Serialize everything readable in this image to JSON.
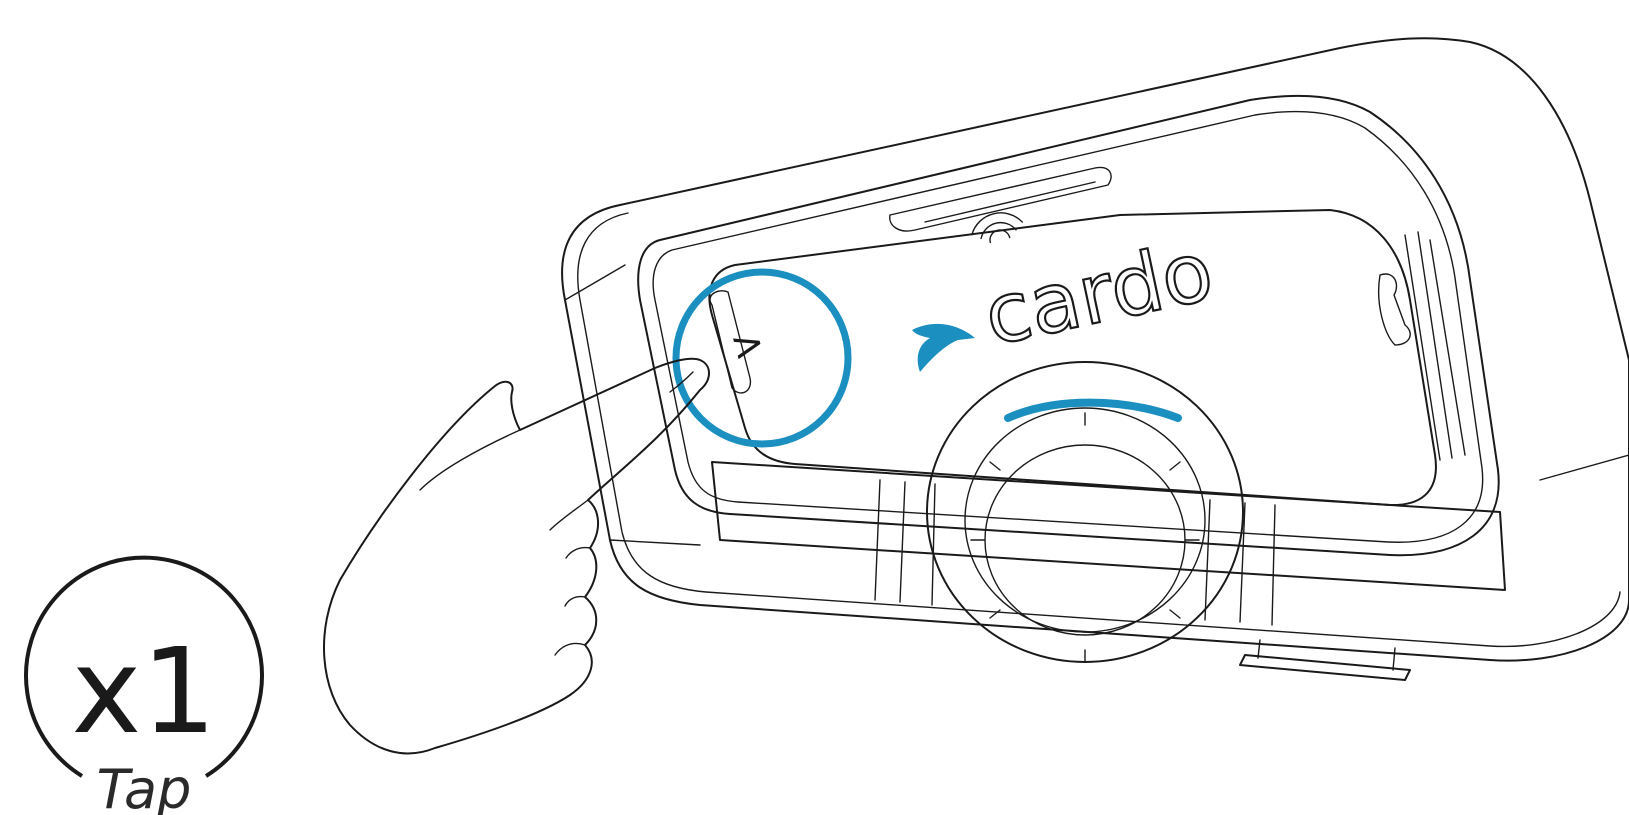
{
  "instruction": {
    "count": "x1",
    "action": "Tap"
  },
  "device": {
    "brand": "cardo",
    "forward_button_glyph": ">"
  },
  "colors": {
    "accent": "#1b8fc0",
    "outline": "#1a1a1a",
    "background": "#ffffff"
  },
  "icons": [
    "wifi-waves-icon",
    "phone-icon",
    "cardo-logo-icon",
    "pointing-hand-icon",
    "highlight-circle-icon"
  ]
}
